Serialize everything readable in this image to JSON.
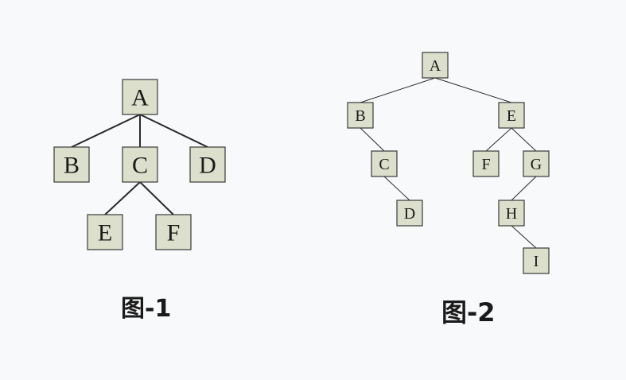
{
  "figure1": {
    "caption": "图-1",
    "nodes": [
      "A",
      "B",
      "C",
      "D",
      "E",
      "F"
    ],
    "edges": [
      [
        "A",
        "B"
      ],
      [
        "A",
        "C"
      ],
      [
        "A",
        "D"
      ],
      [
        "C",
        "E"
      ],
      [
        "C",
        "F"
      ]
    ]
  },
  "figure2": {
    "caption": "图-2",
    "nodes": [
      "A",
      "B",
      "C",
      "D",
      "E",
      "F",
      "G",
      "H",
      "I"
    ],
    "edges": [
      [
        "A",
        "B"
      ],
      [
        "A",
        "E"
      ],
      [
        "B",
        "C"
      ],
      [
        "C",
        "D"
      ],
      [
        "E",
        "F"
      ],
      [
        "E",
        "G"
      ],
      [
        "G",
        "H"
      ],
      [
        "H",
        "I"
      ]
    ]
  },
  "colors": {
    "node_fill": "#dcdfcb",
    "node_stroke": "#3a3a3a",
    "background": "#f8f9fb"
  }
}
